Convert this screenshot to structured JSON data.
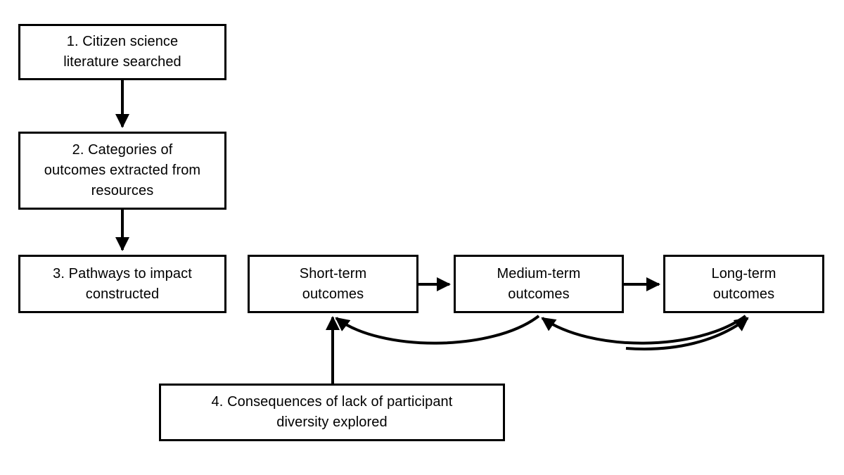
{
  "diagram": {
    "title": "Pathways to impact: citizen science outcomes flow diagram",
    "background_color": "#ffffff",
    "line_color": "#000000",
    "text_color": "#000000",
    "nodes": [
      {
        "id": "step1",
        "label": "1. Citizen science\nliterature searched"
      },
      {
        "id": "step2",
        "label": "2. Categories of\noutcomes extracted from\nresources"
      },
      {
        "id": "step3",
        "label": "3. Pathways to impact\nconstructed"
      },
      {
        "id": "short",
        "label": "Short-term\noutcomes"
      },
      {
        "id": "medium",
        "label": "Medium-term\noutcomes"
      },
      {
        "id": "long",
        "label": "Long-term\noutcomes"
      },
      {
        "id": "step4",
        "label": "4. Consequences of lack of participant\ndiversity explored"
      }
    ],
    "edges": [
      {
        "id": "e1",
        "from": "step1",
        "to": "step2",
        "style": "straight-down"
      },
      {
        "id": "e2",
        "from": "step2",
        "to": "step3",
        "style": "straight-down"
      },
      {
        "id": "e3",
        "from": "short",
        "to": "medium",
        "style": "straight-right"
      },
      {
        "id": "e4",
        "from": "medium",
        "to": "long",
        "style": "straight-right"
      },
      {
        "id": "e5",
        "from": "step4",
        "to": "short",
        "style": "straight-up"
      },
      {
        "id": "e6",
        "from": "step4",
        "to": "short",
        "style": "curved"
      },
      {
        "id": "e7",
        "from": "step4",
        "to": "medium",
        "style": "curved"
      },
      {
        "id": "e8",
        "from": "step4",
        "to": "long",
        "style": "curved"
      }
    ]
  }
}
